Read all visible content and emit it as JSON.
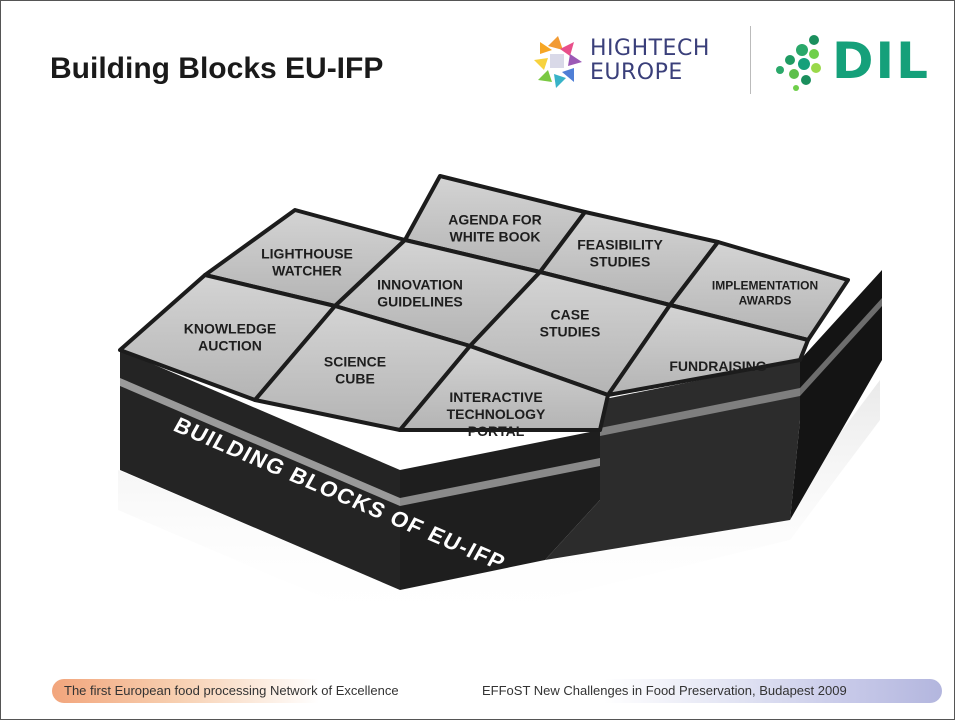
{
  "slide": {
    "title": "Building Blocks EU-IFP",
    "logos": {
      "hightech_line1": "HIGHTECH",
      "hightech_line2": "EUROPE",
      "dil_text": "DIL",
      "dil_color": "#15a07a",
      "hightech_color": "#3a3f7a"
    },
    "blocks": [
      {
        "lines": [
          "AGENDA FOR",
          "WHITE BOOK"
        ]
      },
      {
        "lines": [
          "FEASIBILITY",
          "STUDIES"
        ]
      },
      {
        "lines": [
          "LIGHTHOUSE",
          "WATCHER"
        ]
      },
      {
        "lines": [
          "INNOVATION",
          "GUIDELINES"
        ]
      },
      {
        "lines": [
          "IMPLEMENTATION",
          "AWARDS"
        ]
      },
      {
        "lines": [
          "KNOWLEDGE",
          "AUCTION"
        ]
      },
      {
        "lines": [
          "CASE",
          "STUDIES"
        ]
      },
      {
        "lines": [
          "SCIENCE",
          "CUBE"
        ]
      },
      {
        "lines": [
          "FUNDRAISING"
        ]
      },
      {
        "lines": [
          "INTERACTIVE",
          "TECHNOLOGY",
          "PORTAL"
        ]
      }
    ],
    "base_label": "BUILDING BLOCKS OF EU-IFP",
    "footer_left": "The first European food processing Network of Excellence",
    "footer_right": "EFFoST New Challenges in Food Preservation, Budapest 2009"
  }
}
